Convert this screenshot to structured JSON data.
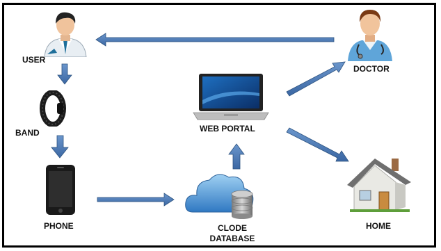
{
  "nodes": {
    "user": "USER",
    "band": "BAND",
    "phone": "PHONE",
    "cloud_line1": "CLODE",
    "cloud_line2": "DATABASE",
    "web_portal": "WEB PORTAL",
    "doctor": "DOCTOR",
    "home": "HOME"
  },
  "colors": {
    "arrow": "#4a78b5",
    "arrow_edge": "#2c527f",
    "border": "#000000"
  }
}
